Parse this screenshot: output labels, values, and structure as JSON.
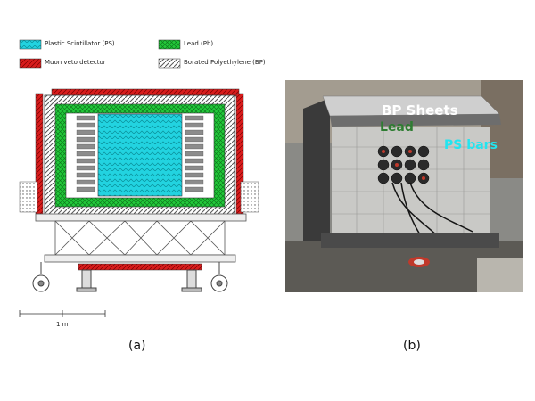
{
  "legend": {
    "items": [
      {
        "label": "Plastic Scintillator (PS)",
        "color": "#22d3e0"
      },
      {
        "label": "Lead (Pb)",
        "color": "#22c93a"
      },
      {
        "label": "Muon veto detector",
        "color": "#d81c1c"
      },
      {
        "label": "Borated Polyethylene (BP)",
        "color": "#9a9a9a"
      }
    ]
  },
  "scale_bar": {
    "label": "1 m"
  },
  "photo": {
    "labels": {
      "bp_sheets": "BP Sheets",
      "lead": "Lead",
      "ps_bars": "PS bars"
    },
    "label_colors": {
      "bp_sheets": "#ffffff",
      "lead": "#2e7d32",
      "ps_bars": "#22e5f0"
    }
  },
  "captions": {
    "a": "(a)",
    "b": "(b)"
  }
}
